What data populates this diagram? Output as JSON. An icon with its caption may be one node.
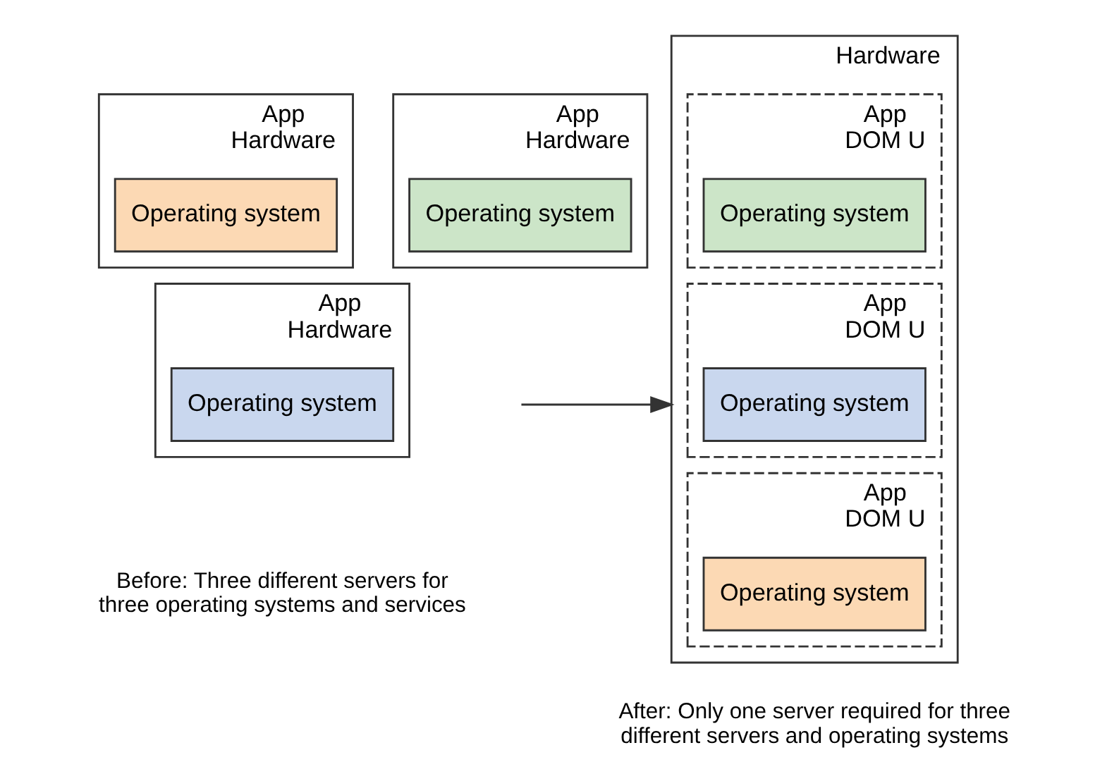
{
  "diagram": {
    "nodes": [
      {
        "text": [
          "App",
          "Hardware"
        ]
      },
      {
        "text": [
          "Operating system"
        ],
        "in": 0
      },
      {
        "text": [
          "App",
          "Hardware"
        ]
      },
      {
        "text": [
          "Operating system"
        ],
        "in": 2
      },
      {
        "text": [
          "App",
          "Hardware"
        ]
      },
      {
        "text": [
          "Operating system"
        ],
        "in": 4
      },
      {
        "text": [
          "Hardware"
        ]
      },
      {
        "text": [
          "App",
          "DOM U"
        ],
        "in": 6
      },
      {
        "text": [
          "Operating system"
        ],
        "in": 7
      },
      {
        "text": [
          "App",
          "DOM U"
        ],
        "in": 6
      },
      {
        "text": [
          "Operating system"
        ],
        "in": 9
      },
      {
        "text": [
          "App",
          "DOM U"
        ],
        "in": 6
      },
      {
        "text": [
          "Operating system"
        ],
        "in": 11
      }
    ],
    "edges": [
      {
        "from": null,
        "to": 6,
        "arrow": "to"
      }
    ],
    "labels": [
      "Before: Three different servers for three operating systems and services",
      "After: Only one server required for three different servers and operating systems"
    ]
  }
}
